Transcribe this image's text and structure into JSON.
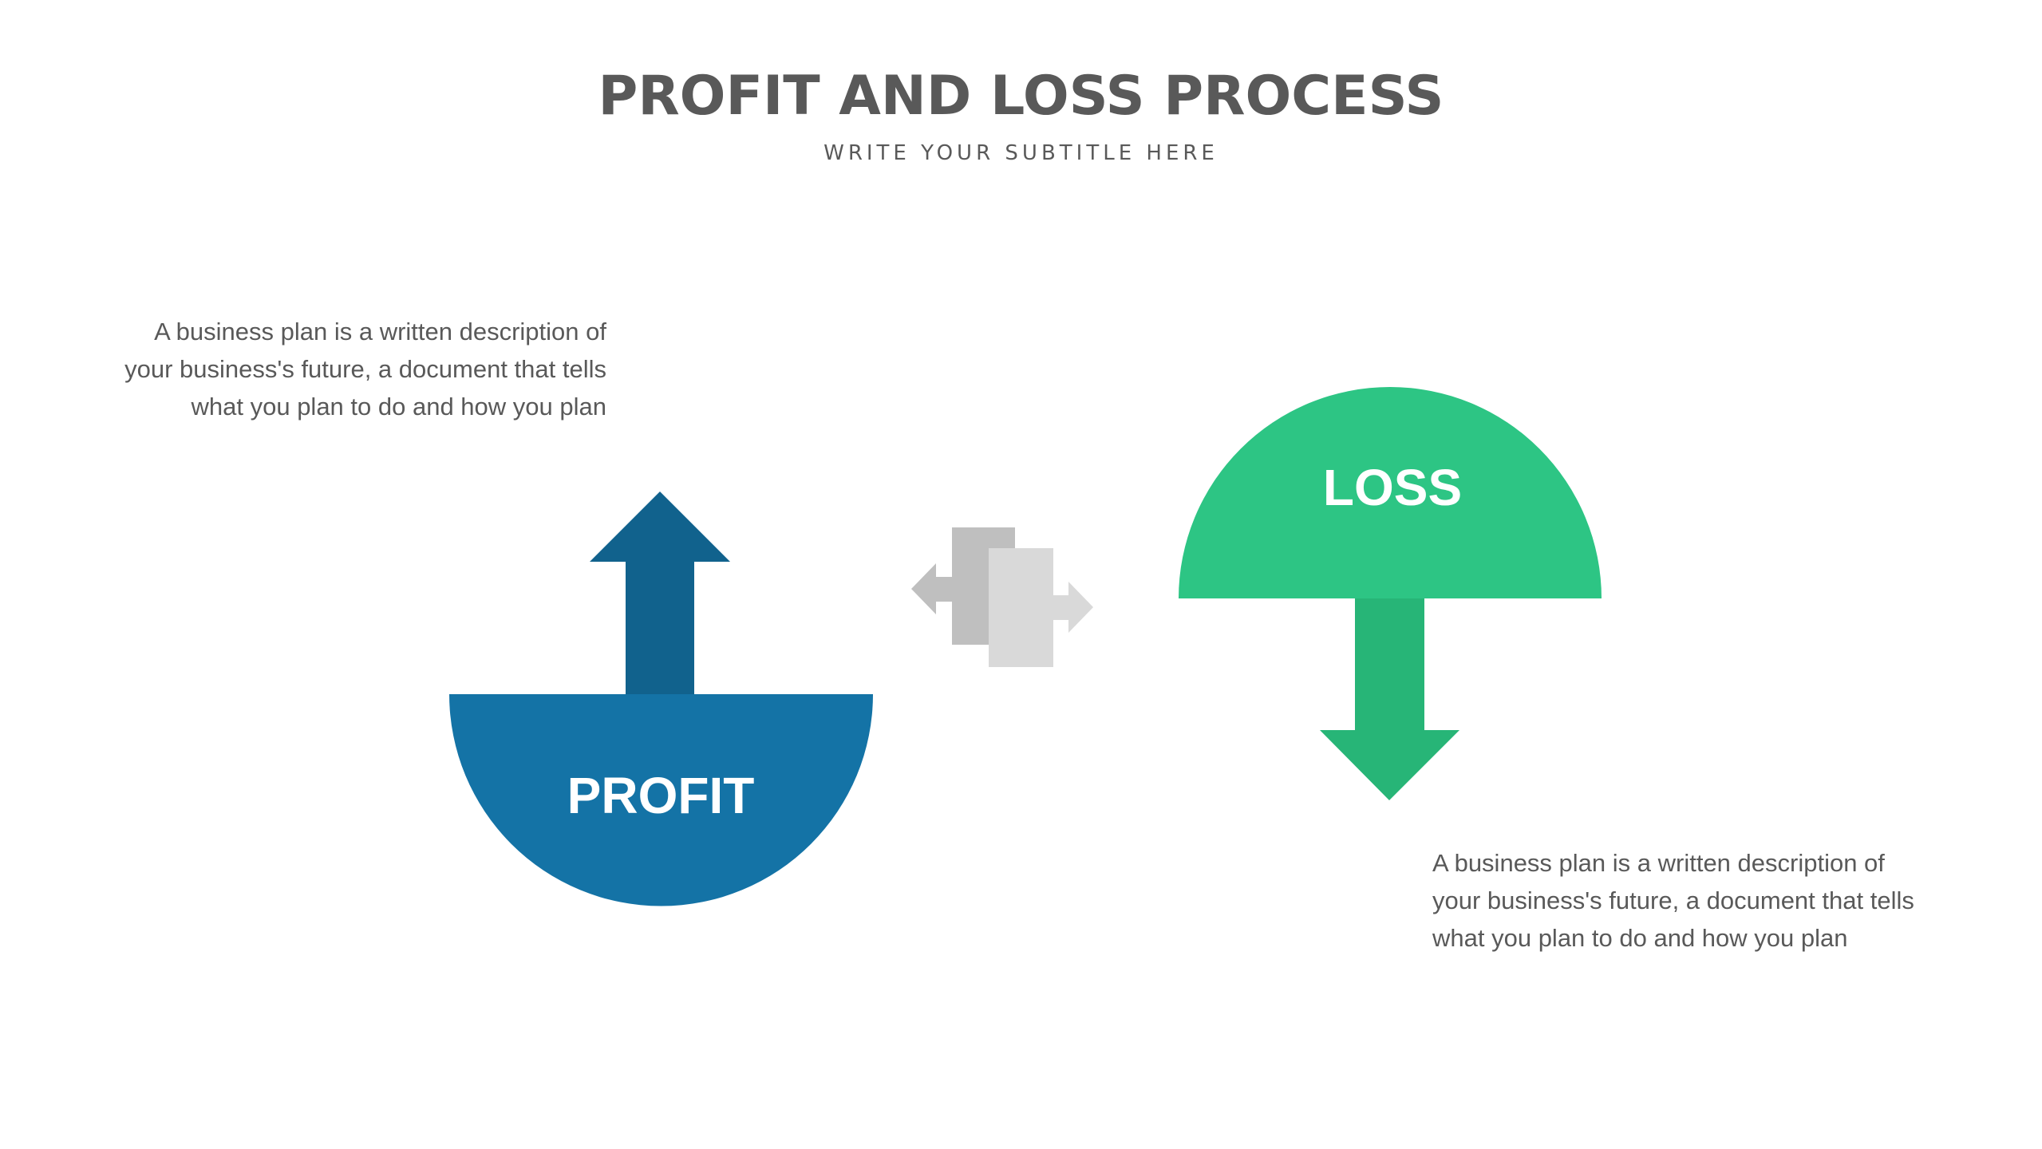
{
  "slide": {
    "title": "PROFIT AND LOSS PROCESS",
    "subtitle": "WRITE YOUR SUBTITLE HERE"
  },
  "profit": {
    "label": "PROFIT",
    "description": "A business plan is a written description of your business's future, a document that tells what you plan to do and how you plan",
    "color": "#1473A6",
    "arrow_color": "#11628D"
  },
  "loss": {
    "label": "LOSS",
    "description": "A business plan is a written description of your business's future, a document that tells what you plan to do and how you plan",
    "color": "#2DC584",
    "arrow_color": "#27B577"
  },
  "connector": {
    "icon": "exchange-arrows-icon",
    "colors": [
      "#BFBFBF",
      "#D9D9D9"
    ]
  }
}
